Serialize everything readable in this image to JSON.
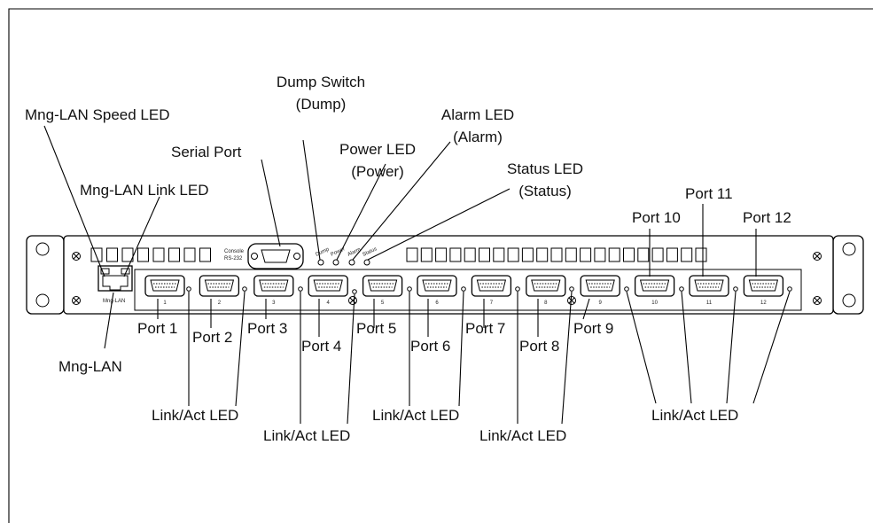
{
  "callouts": {
    "mng_lan_speed_led": "Mng-LAN Speed LED",
    "mng_lan_link_led": "Mng-LAN Link LED",
    "mng_lan": "Mng-LAN",
    "serial_port": "Serial Port",
    "dump_switch_1": "Dump Switch",
    "dump_switch_2": "(Dump)",
    "power_led_1": "Power LED",
    "power_led_2": "(Power)",
    "alarm_led_1": "Alarm LED",
    "alarm_led_2": "(Alarm)",
    "status_led_1": "Status LED",
    "status_led_2": "(Status)",
    "port_1": "Port 1",
    "port_2": "Port 2",
    "port_3": "Port 3",
    "port_4": "Port 4",
    "port_5": "Port 5",
    "port_6": "Port 6",
    "port_7": "Port 7",
    "port_8": "Port 8",
    "port_9": "Port 9",
    "port_10": "Port 10",
    "port_11": "Port 11",
    "port_12": "Port 12",
    "link_act_a": "Link/Act LED",
    "link_act_b": "Link/Act LED",
    "link_act_c": "Link/Act LED",
    "link_act_d": "Link/Act LED",
    "link_act_e": "Link/Act LED"
  },
  "panel": {
    "console_1": "Console",
    "console_2": "RS-232",
    "led_dump": "Dump",
    "led_power": "Power",
    "led_alarm": "Alarm",
    "led_status": "Status",
    "mng_lan": "Mng-LAN",
    "port_numbers": [
      "1",
      "2",
      "3",
      "4",
      "5",
      "6",
      "7",
      "8",
      "9",
      "10",
      "11",
      "12"
    ]
  }
}
